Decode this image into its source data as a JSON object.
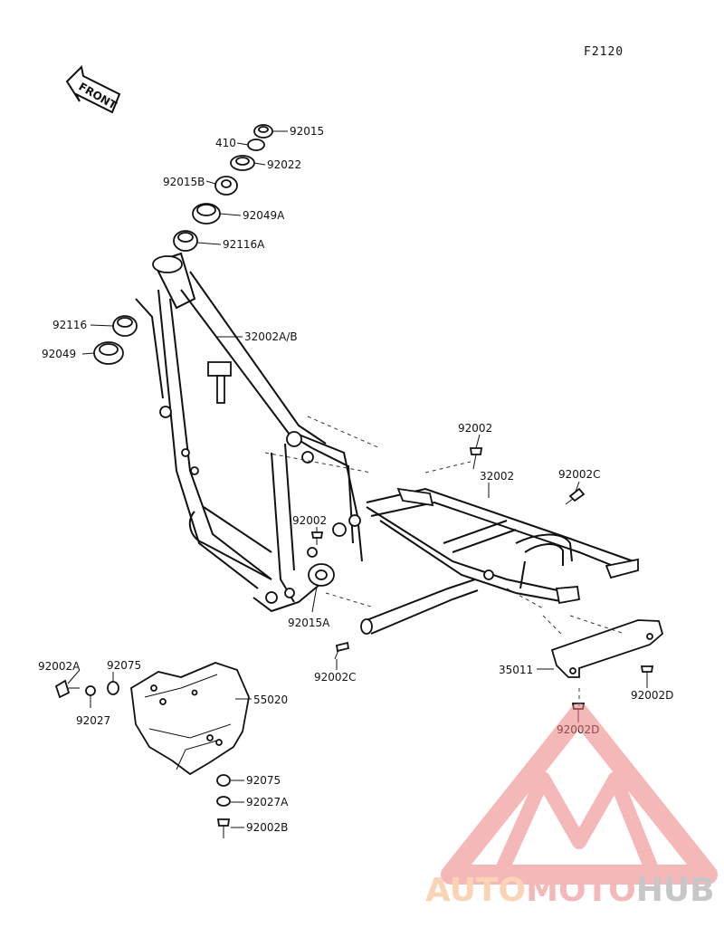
{
  "figure_code": "F2120",
  "front_label": "FRONT",
  "callouts": {
    "c92015": "92015",
    "c410": "410",
    "c92022": "92022",
    "c92015B": "92015B",
    "c92049A": "92049A",
    "c92116A": "92116A",
    "c92116": "92116",
    "c92049": "92049",
    "c32002AB": "32002A/B",
    "c92002_top": "92002",
    "c32002": "32002",
    "c92002C_right": "92002C",
    "c92002_mid": "92002",
    "c92015A": "92015A",
    "c92002C_bottom": "92002C",
    "c35011": "35011",
    "c92002D_right": "92002D",
    "c92002D_bottom": "92002D",
    "c92002A": "92002A",
    "c92075_left": "92075",
    "c92027": "92027",
    "c55020": "55020",
    "c92075_bottom": "92075",
    "c92027A": "92027A",
    "c92002B": "92002B"
  },
  "watermark": {
    "part1": "AUTO",
    "part2": "MOTO",
    "part3": "HUB"
  },
  "colors": {
    "watermark_orange": "#f6b27a",
    "watermark_red": "#ee7f7f",
    "watermark_grey": "#9a9a9a"
  }
}
